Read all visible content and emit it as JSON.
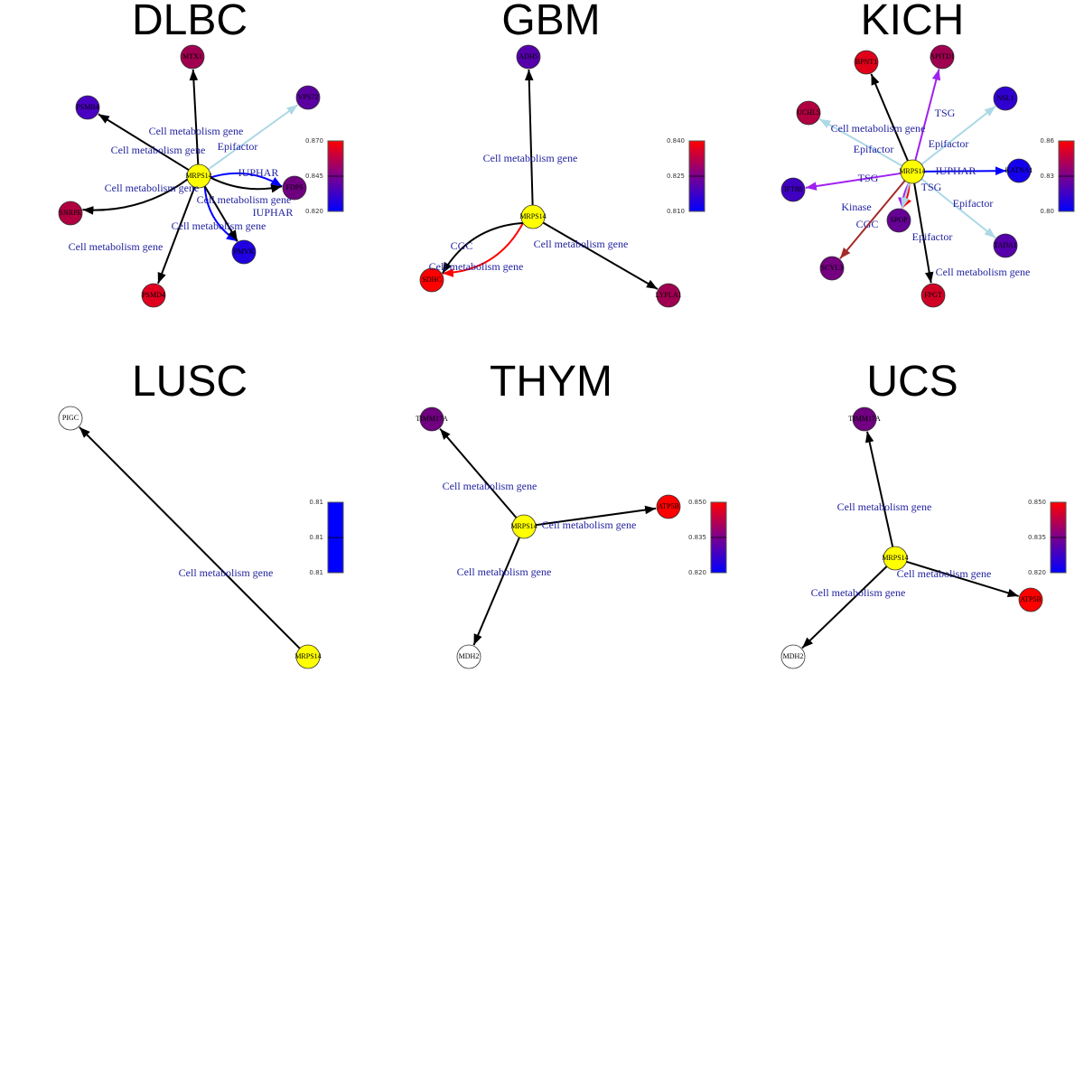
{
  "panels": [
    {
      "title": "DLBC",
      "center": {
        "name": "MRPS14",
        "color": "#ffff00"
      },
      "nodes": [
        {
          "name": "MTX1",
          "color": "#a0004f"
        },
        {
          "name": "PSMB4",
          "color": "#4a00c0"
        },
        {
          "name": "VPS72",
          "color": "#5a00a0"
        },
        {
          "name": "FDPS",
          "color": "#700080"
        },
        {
          "name": "SNRPE",
          "color": "#b00040"
        },
        {
          "name": "PMVK",
          "color": "#2000e0"
        },
        {
          "name": "PSMD4",
          "color": "#e00020"
        }
      ],
      "edges": [
        {
          "to": "MTX1",
          "label": "Cell metabolism gene",
          "color": "#000000"
        },
        {
          "to": "PSMB4",
          "label": "Cell metabolism gene",
          "color": "#000000"
        },
        {
          "to": "VPS72",
          "label": "Epifactor",
          "color": "#add8e6"
        },
        {
          "to": "FDPS",
          "label": "IUPHAR",
          "color": "#0000ff"
        },
        {
          "to": "FDPS",
          "label": "Cell metabolism gene",
          "color": "#000000"
        },
        {
          "to": "SNRPE",
          "label": "Cell metabolism gene",
          "color": "#000000"
        },
        {
          "to": "PMVK",
          "label": "IUPHAR",
          "color": "#0000ff"
        },
        {
          "to": "PMVK",
          "label": "Cell metabolism gene",
          "color": "#000000"
        },
        {
          "to": "PSMD4",
          "label": "Cell metabolism gene",
          "color": "#000000"
        }
      ],
      "legend": {
        "ticks": [
          "0.870",
          "0.845",
          "0.820"
        ],
        "colors": [
          "#ff0000",
          "#7a0090",
          "#0000ff"
        ]
      }
    },
    {
      "title": "GBM",
      "center": {
        "name": "MRPS14",
        "color": "#ffff00"
      },
      "nodes": [
        {
          "name": "ADH5",
          "color": "#5500aa"
        },
        {
          "name": "SDHC",
          "color": "#ff0000"
        },
        {
          "name": "LYPLA1",
          "color": "#a00050"
        }
      ],
      "edges": [
        {
          "to": "ADH5",
          "label": "Cell metabolism gene",
          "color": "#000000"
        },
        {
          "to": "SDHC",
          "label": "CGC",
          "color": "#ff0000"
        },
        {
          "to": "SDHC",
          "label": "Cell metabolism gene",
          "color": "#000000"
        },
        {
          "to": "LYPLA1",
          "label": "Cell metabolism gene",
          "color": "#000000"
        }
      ],
      "legend": {
        "ticks": [
          "0.840",
          "0.825",
          "0.810"
        ],
        "colors": [
          "#ff0000",
          "#7a0090",
          "#0000ff"
        ]
      }
    },
    {
      "title": "KICH",
      "center": {
        "name": "MRPS14",
        "color": "#ffff00"
      },
      "nodes": [
        {
          "name": "BPNT1",
          "color": "#e0001a"
        },
        {
          "name": "APITD1",
          "color": "#a00050"
        },
        {
          "name": "NSL1",
          "color": "#3000d0"
        },
        {
          "name": "UCHL5",
          "color": "#b00040"
        },
        {
          "name": "IFT88",
          "color": "#4000c0"
        },
        {
          "name": "KATNA1",
          "color": "#1500ee"
        },
        {
          "name": "SPOP",
          "color": "#650095"
        },
        {
          "name": "TADA1",
          "color": "#5500aa"
        },
        {
          "name": "SCYL3",
          "color": "#750080"
        },
        {
          "name": "FPGT",
          "color": "#d00025"
        }
      ],
      "edges": [
        {
          "to": "BPNT1",
          "label": "Cell metabolism gene",
          "color": "#000000"
        },
        {
          "to": "APITD1",
          "label": "TSG",
          "color": "#a020f0"
        },
        {
          "to": "NSL1",
          "label": "Epifactor",
          "color": "#add8e6"
        },
        {
          "to": "UCHL5",
          "label": "Epifactor",
          "color": "#add8e6"
        },
        {
          "to": "IFT88",
          "label": "TSG",
          "color": "#a020f0"
        },
        {
          "to": "KATNA1",
          "label": "IUPHAR",
          "color": "#0000ff"
        },
        {
          "to": "SPOP",
          "label": "TSG",
          "color": "#a020f0"
        },
        {
          "to": "SPOP",
          "label": "CGC",
          "color": "#ff0000"
        },
        {
          "to": "SPOP",
          "label": "Epifactor",
          "color": "#add8e6"
        },
        {
          "to": "TADA1",
          "label": "Epifactor",
          "color": "#add8e6"
        },
        {
          "to": "SCYL3",
          "label": "Kinase",
          "color": "#a52a2a"
        },
        {
          "to": "FPGT",
          "label": "Cell metabolism gene",
          "color": "#000000"
        }
      ],
      "legend": {
        "ticks": [
          "0.86",
          "0.83",
          "0.80"
        ],
        "colors": [
          "#ff0000",
          "#7a0090",
          "#0000ff"
        ]
      }
    },
    {
      "title": "LUSC",
      "center": {
        "name": "MRPS14",
        "color": "#ffff00"
      },
      "nodes": [
        {
          "name": "PIGC",
          "color": "#ffffff"
        }
      ],
      "edges": [
        {
          "to": "PIGC",
          "label": "Cell metabolism gene",
          "color": "#000000"
        }
      ],
      "legend": {
        "ticks": [
          "0.81",
          "0.81",
          "0.81"
        ],
        "colors": [
          "#0000ff",
          "#0000ff",
          "#0000ff"
        ]
      }
    },
    {
      "title": "THYM",
      "center": {
        "name": "MRPS14",
        "color": "#ffff00"
      },
      "nodes": [
        {
          "name": "TIMM17A",
          "color": "#700080"
        },
        {
          "name": "ATP5B",
          "color": "#ff0000"
        },
        {
          "name": "MDH2",
          "color": "#ffffff"
        }
      ],
      "edges": [
        {
          "to": "TIMM17A",
          "label": "Cell metabolism gene",
          "color": "#000000"
        },
        {
          "to": "ATP5B",
          "label": "Cell metabolism gene",
          "color": "#000000"
        },
        {
          "to": "MDH2",
          "label": "Cell metabolism gene",
          "color": "#000000"
        }
      ],
      "legend": {
        "ticks": [
          "0.850",
          "0.835",
          "0.820"
        ],
        "colors": [
          "#ff0000",
          "#7a0090",
          "#0000ff"
        ]
      }
    },
    {
      "title": "UCS",
      "center": {
        "name": "MRPS14",
        "color": "#ffff00"
      },
      "nodes": [
        {
          "name": "TIMM17A",
          "color": "#700080"
        },
        {
          "name": "ATP5B",
          "color": "#ff0000"
        },
        {
          "name": "MDH2",
          "color": "#ffffff"
        }
      ],
      "edges": [
        {
          "to": "TIMM17A",
          "label": "Cell metabolism gene",
          "color": "#000000"
        },
        {
          "to": "ATP5B",
          "label": "Cell metabolism gene",
          "color": "#000000"
        },
        {
          "to": "MDH2",
          "label": "Cell metabolism gene",
          "color": "#000000"
        }
      ],
      "legend": {
        "ticks": [
          "0.850",
          "0.835",
          "0.820"
        ],
        "colors": [
          "#ff0000",
          "#7a0090",
          "#0000ff"
        ]
      }
    }
  ]
}
